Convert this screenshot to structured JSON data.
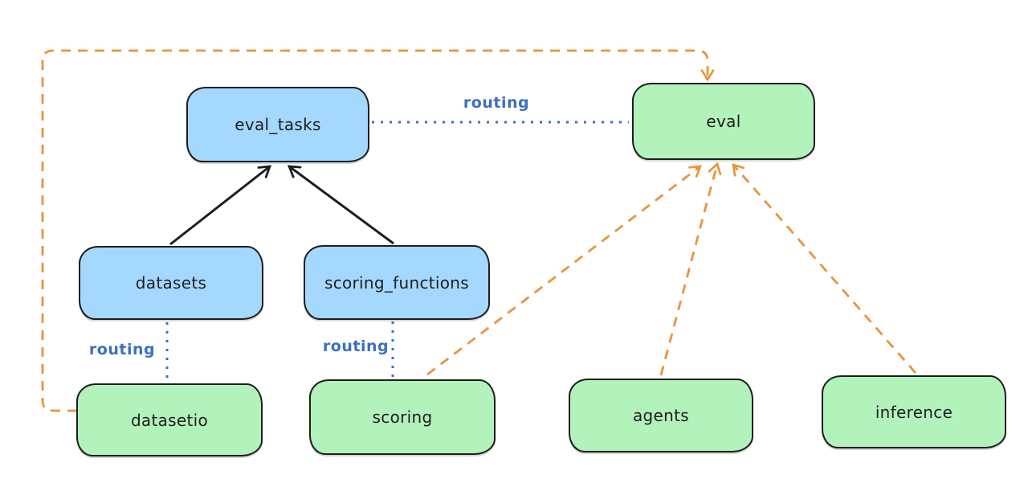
{
  "colors": {
    "canvas-bg": "#ffffff",
    "node-stroke": "#1e1e1e",
    "blue-fill": "#a5d8ff",
    "green-fill": "#b2f2bb",
    "routing-blue": "#3a70c2",
    "arrow-orange": "#e8943a",
    "arrow-black": "#1e1e1e",
    "text": "#1e1e1e"
  },
  "nodes": [
    {
      "id": "eval_tasks",
      "label": "eval_tasks",
      "color": "blue"
    },
    {
      "id": "eval",
      "label": "eval",
      "color": "green"
    },
    {
      "id": "datasets",
      "label": "datasets",
      "color": "blue"
    },
    {
      "id": "scoring_functions",
      "label": "scoring_functions",
      "color": "blue"
    },
    {
      "id": "datasetio",
      "label": "datasetio",
      "color": "green"
    },
    {
      "id": "scoring",
      "label": "scoring",
      "color": "green"
    },
    {
      "id": "agents",
      "label": "agents",
      "color": "green"
    },
    {
      "id": "inference",
      "label": "inference",
      "color": "green"
    }
  ],
  "edges": [
    {
      "from": "datasets",
      "to": "eval_tasks",
      "style": "solid-black-arrow",
      "label": ""
    },
    {
      "from": "scoring_functions",
      "to": "eval_tasks",
      "style": "solid-black-arrow",
      "label": ""
    },
    {
      "from": "eval_tasks",
      "to": "eval",
      "style": "dotted-blue",
      "label": "routing"
    },
    {
      "from": "datasets",
      "to": "datasetio",
      "style": "dotted-blue",
      "label": "routing"
    },
    {
      "from": "scoring_functions",
      "to": "scoring",
      "style": "dotted-blue",
      "label": "routing"
    },
    {
      "from": "datasetio",
      "to": "eval",
      "style": "dashed-orange-arrow",
      "label": ""
    },
    {
      "from": "scoring",
      "to": "eval",
      "style": "dashed-orange-arrow",
      "label": ""
    },
    {
      "from": "agents",
      "to": "eval",
      "style": "dashed-orange-arrow",
      "label": ""
    },
    {
      "from": "inference",
      "to": "eval",
      "style": "dashed-orange-arrow",
      "label": ""
    }
  ]
}
